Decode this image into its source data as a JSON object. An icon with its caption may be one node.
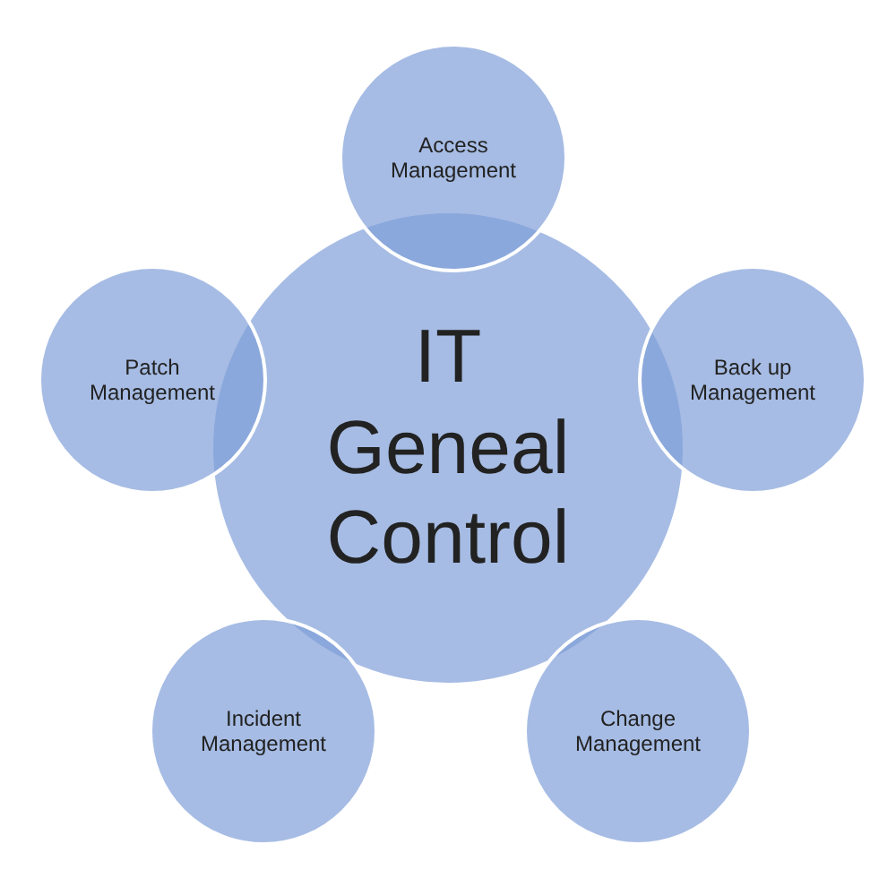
{
  "diagram": {
    "nodes": [
      {
        "text": [
          "IT Geneal Control"
        ]
      },
      {
        "text": [
          "Access Management"
        ]
      },
      {
        "text": [
          "Back up Management"
        ]
      },
      {
        "text": [
          "Change Management"
        ]
      },
      {
        "text": [
          "Incident Management"
        ]
      },
      {
        "text": [
          "Patch Management"
        ]
      }
    ],
    "edges": []
  }
}
